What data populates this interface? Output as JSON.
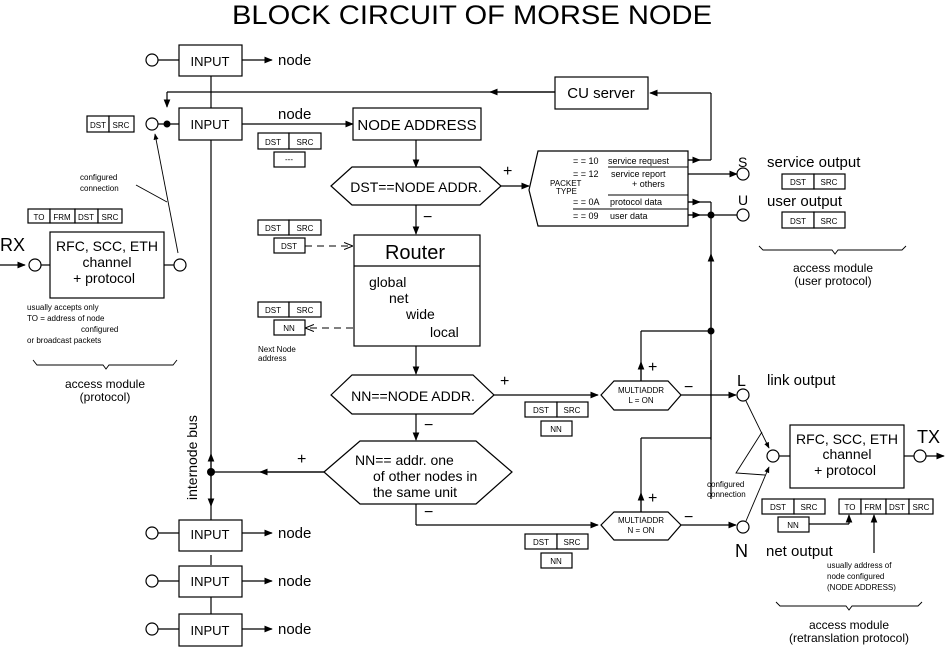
{
  "title": "BLOCK CIRCUIT OF MORSE NODE",
  "colors": {
    "ink": "#000000",
    "background": "#ffffff"
  },
  "inputs": {
    "label": "INPUT",
    "output_label": "node"
  },
  "top_input": {
    "label": "INPUT",
    "node_label": "node"
  },
  "main_input": {
    "label": "INPUT",
    "node_label": "node",
    "frame": [
      "DST",
      "SRC"
    ],
    "extra": "---"
  },
  "left_frame": [
    "DST",
    "SRC"
  ],
  "cu_server": "CU server",
  "node_address": "NODE ADDRESS",
  "dst_check": {
    "label": "DST==NODE ADDR.",
    "plus": "+",
    "minus": "−"
  },
  "packet_type": {
    "label_line1": "PACKET",
    "label_line2": "TYPE",
    "rows": [
      {
        "code": "= =  10",
        "desc": "service request"
      },
      {
        "code": "= =  12",
        "desc": "service report",
        "desc2": "+ others"
      },
      {
        "code": "= = 0A",
        "desc": "protocol data"
      },
      {
        "code": "= = 09",
        "desc": "user data"
      }
    ]
  },
  "user_side": {
    "s_port": "S",
    "u_port": "U",
    "service_output": "service output",
    "user_output": "user output",
    "frame": [
      "DST",
      "SRC"
    ],
    "module_line1": "access module",
    "module_line2": "(user protocol)"
  },
  "rx_side": {
    "rx": "RX",
    "configured_line1": "configured",
    "configured_line2": "connection",
    "header": [
      "TO",
      "FRM",
      "DST",
      "SRC"
    ],
    "box_line1": "RFC, SCC, ETH",
    "box_line2": "channel",
    "box_line3": "+ protocol",
    "note": [
      "usually accepts only",
      "TO = address of node",
      "configured",
      "or broadcast packets"
    ],
    "module_line1": "access module",
    "module_line2": "(protocol)"
  },
  "router": {
    "title": "Router",
    "levels": [
      "global",
      "net",
      "wide",
      "local"
    ],
    "in_frame": [
      "DST",
      "SRC"
    ],
    "in_field": "DST",
    "out_frame": [
      "DST",
      "SRC"
    ],
    "out_field": "NN",
    "next_node_line1": "Next Node",
    "next_node_line2": "address"
  },
  "nn_check": {
    "label": "NN==NODE ADDR.",
    "plus": "+",
    "minus": "−"
  },
  "nn_other": {
    "line1": "NN== addr. one",
    "line2": "of other nodes in",
    "line3": "the same unit",
    "plus": "+",
    "minus": "−"
  },
  "internode_bus": "internode bus",
  "multiaddr_l": {
    "line1": "MULTIADDR",
    "line2": "L = ON",
    "plus": "+",
    "minus": "−",
    "frame": [
      "DST",
      "SRC"
    ],
    "field": "NN"
  },
  "multiaddr_n": {
    "line1": "MULTIADDR",
    "line2": "N = ON",
    "plus": "+",
    "minus": "−",
    "frame": [
      "DST",
      "SRC"
    ],
    "field": "NN"
  },
  "tx_side": {
    "l_port": "L",
    "n_port": "N",
    "link_output": "link output",
    "net_output": "net output",
    "tx": "TX",
    "configured_line1": "configured",
    "configured_line2": "connection",
    "box_line1": "RFC, SCC, ETH",
    "box_line2": "channel",
    "box_line3": "+ protocol",
    "frame": [
      "DST",
      "SRC"
    ],
    "field": "NN",
    "header": [
      "TO",
      "FRM",
      "DST",
      "SRC"
    ],
    "note": [
      "usually address of",
      "node configured",
      "(NODE ADDRESS)"
    ],
    "module_line1": "access module",
    "module_line2": "(retranslation protocol)"
  }
}
